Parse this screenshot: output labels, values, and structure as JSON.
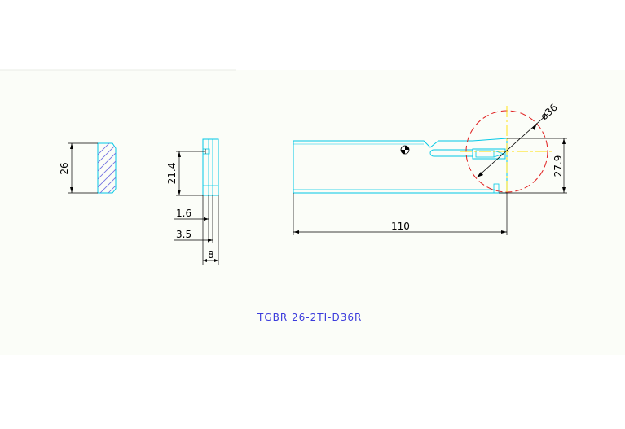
{
  "drawing": {
    "part_code": "TGBR 26-2TI-D36R",
    "dimensions": {
      "height": "26",
      "slot_height": "21.4",
      "thickness_a": "1.6",
      "thickness_b": "3.5",
      "width": "8",
      "length": "110",
      "diameter": "ø36",
      "total_height": "27.9"
    }
  },
  "colors": {
    "outline": "#00c8e6",
    "hatch": "#7070e0",
    "dimension": "#000000",
    "center_circle": "#e02020",
    "center_line": "#ffe000",
    "text_label": "#3b3bdc"
  }
}
